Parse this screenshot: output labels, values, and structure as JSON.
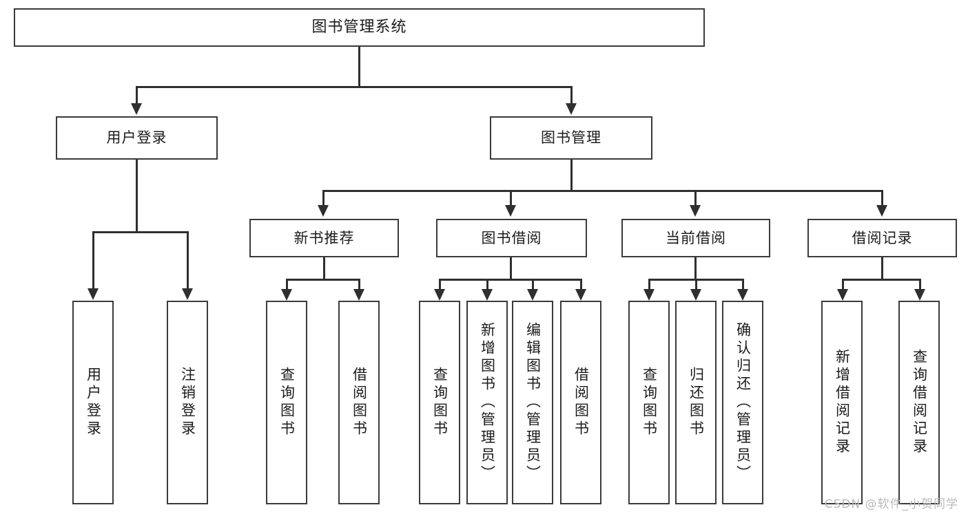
{
  "diagram": {
    "title": "图书管理系统",
    "type": "tree",
    "watermark": "CSDN @软件_小贺同学",
    "colors": {
      "box_border": "#3a3a3a",
      "connector": "#2f2f2f",
      "background": "#ffffff",
      "text": "#1b1b1b",
      "watermark": "#b9b9b9"
    },
    "root": {
      "label": "图书管理系统"
    },
    "level2": [
      {
        "label": "用户登录"
      },
      {
        "label": "图书管理"
      }
    ],
    "level3": [
      {
        "label": "新书推荐"
      },
      {
        "label": "图书借阅"
      },
      {
        "label": "当前借阅"
      },
      {
        "label": "借阅记录"
      }
    ],
    "leaves": {
      "user_login": [
        {
          "label": "用户登录"
        },
        {
          "label": "注销登录"
        }
      ],
      "new_book_recommend": [
        {
          "label": "查询图书"
        },
        {
          "label": "借阅图书"
        }
      ],
      "book_borrow": [
        {
          "label": "查询图书"
        },
        {
          "label": "新增图书（管理员）"
        },
        {
          "label": "编辑图书（管理员）"
        },
        {
          "label": "借阅图书"
        }
      ],
      "current_borrow": [
        {
          "label": "查询图书"
        },
        {
          "label": "归还图书"
        },
        {
          "label": "确认归还（管理员）"
        }
      ],
      "borrow_record": [
        {
          "label": "新增借阅记录"
        },
        {
          "label": "查询借阅记录"
        }
      ]
    }
  }
}
